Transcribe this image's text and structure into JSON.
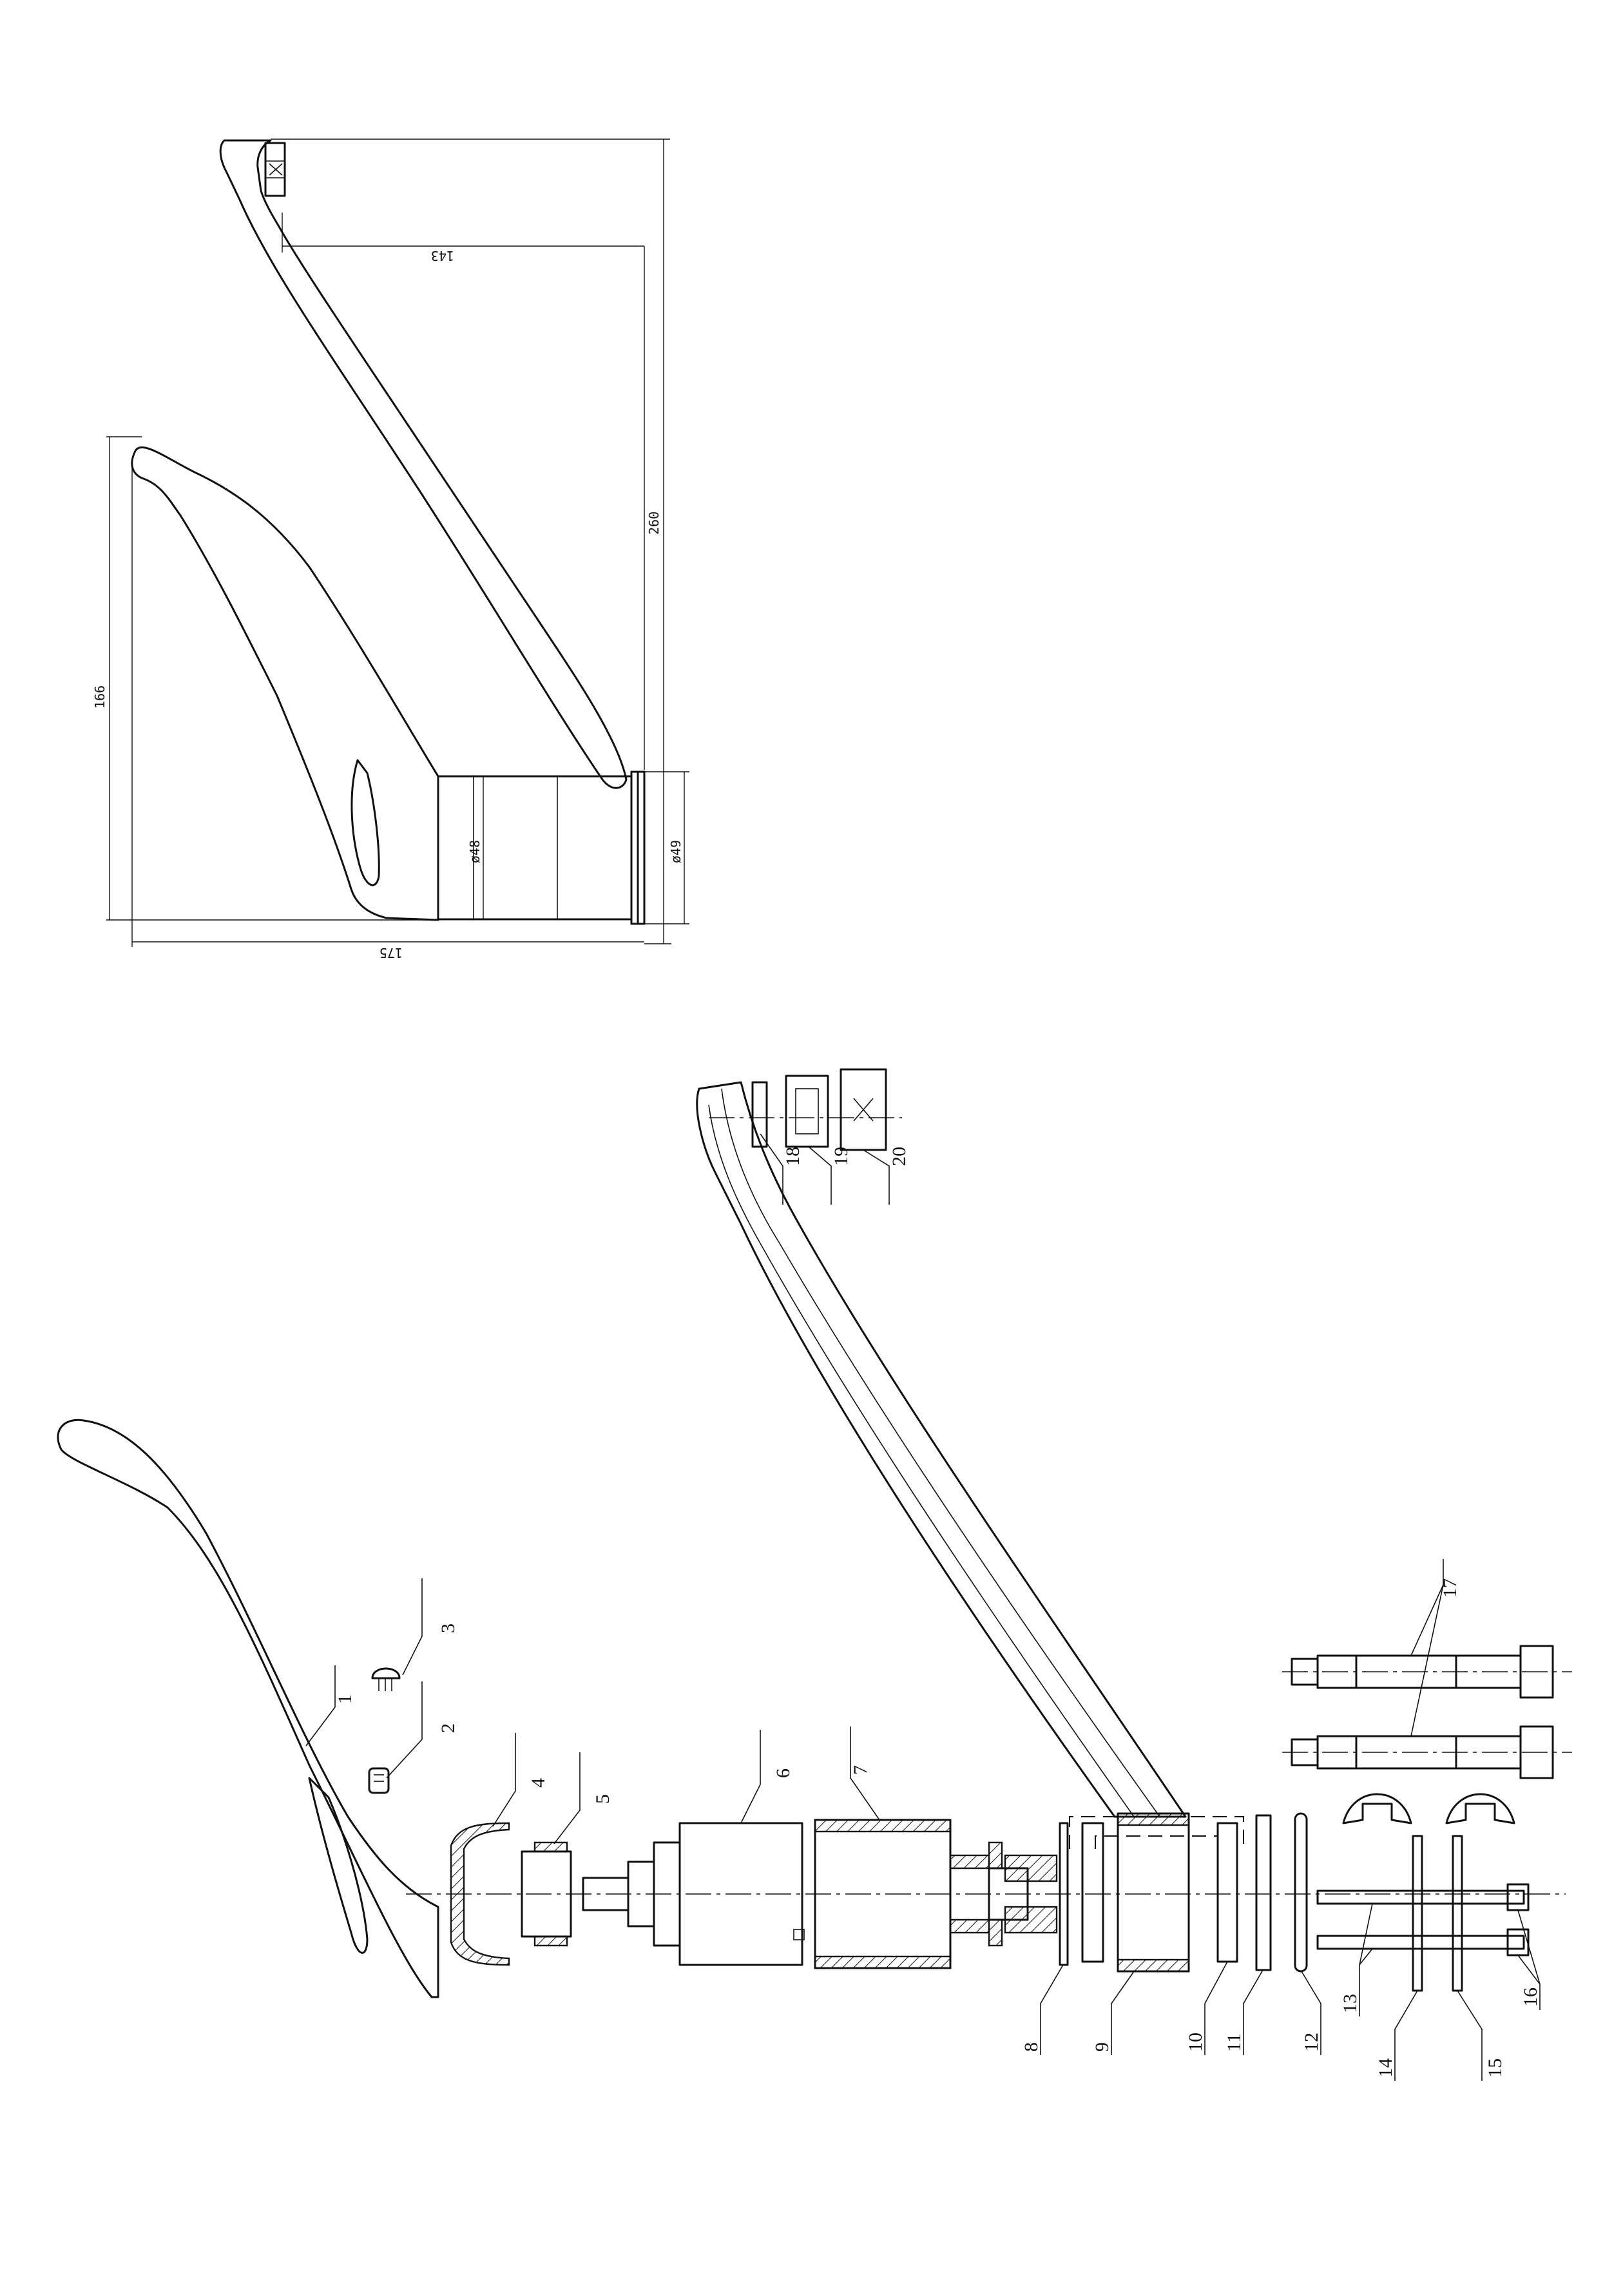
{
  "dimensions": {
    "d143": "143",
    "d260": "260",
    "d166": "166",
    "d175": "175",
    "d48": "ø48",
    "d49": "ø49"
  },
  "parts": [
    "1",
    "2",
    "3",
    "4",
    "5",
    "6",
    "7",
    "8",
    "9",
    "10",
    "11",
    "12",
    "13",
    "14",
    "15",
    "16",
    "17",
    "18",
    "19",
    "20"
  ]
}
